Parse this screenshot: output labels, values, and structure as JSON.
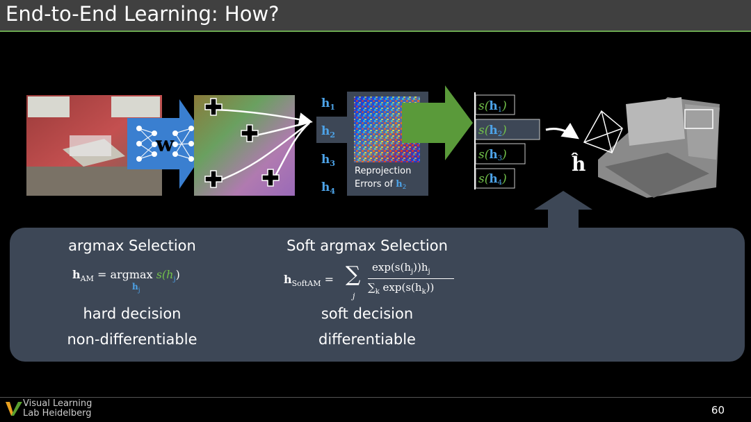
{
  "slide": {
    "title": "End-to-End Learning: How?",
    "page_number": "60"
  },
  "diagram": {
    "network_label": "w",
    "hypotheses": [
      "h",
      "h",
      "h",
      "h"
    ],
    "hypothesis_subscripts": [
      "1",
      "2",
      "3",
      "4"
    ],
    "reprojection_label_line1": "Reprojection",
    "reprojection_label_line2": "Errors of ",
    "reprojection_label_h": "h",
    "reprojection_label_sub": "2",
    "score_prefix": "s(",
    "score_suffix": ")",
    "estimate_label": "ĥ"
  },
  "selection": {
    "hard": {
      "heading": "argmax Selection",
      "formula_lhs": "h",
      "formula_lhs_sub": "AM",
      "formula_rhs": "= argmax",
      "formula_under": "h",
      "formula_under_sub": "j",
      "formula_score": "s(h",
      "formula_score_sub": "j",
      "formula_close": ")",
      "decision": "hard decision",
      "differentiable": "non-differentiable"
    },
    "soft": {
      "heading": "Soft argmax Selection",
      "formula_lhs": "h",
      "formula_lhs_sub": "SoftAM",
      "formula_eq": "=",
      "numerator": "exp(s(h",
      "numerator_sub": "j",
      "numerator_close": "))h",
      "numerator_close_sub": "j",
      "denominator": "∑",
      "denominator_sub": "k",
      "denominator_rest": " exp(s(h",
      "denominator_rest_sub": "k",
      "denominator_close": "))",
      "sum_symbol": "∑",
      "sum_index": "j",
      "decision": "soft decision",
      "differentiable": "differentiable"
    }
  },
  "footer": {
    "logo_line1": "Visual Learning",
    "logo_line2": "Lab Heidelberg"
  },
  "colors": {
    "accent_blue": "#4da3e8",
    "accent_green": "#72c14a",
    "panel": "#3d4756",
    "title_bar": "#404040"
  }
}
